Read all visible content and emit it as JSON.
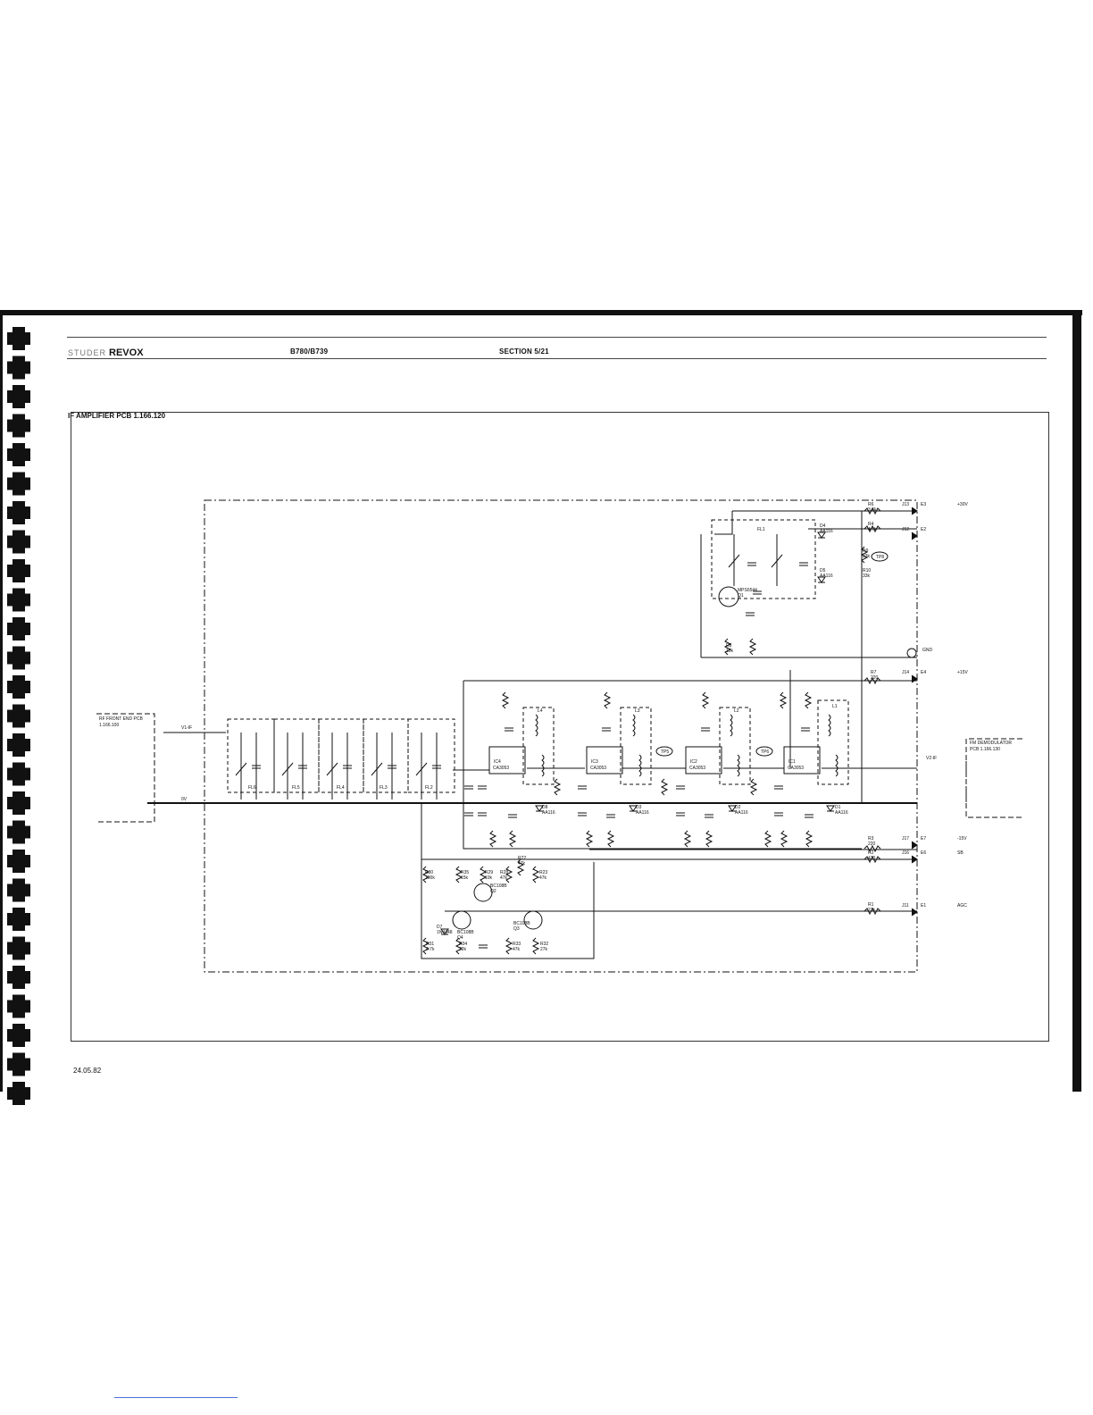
{
  "header": {
    "brand_prefix": "STUDER",
    "brand": "REVOX",
    "model": "B780/B739",
    "section": "SECTION 5/21"
  },
  "title": "IF AMPLIFIER PCB 1.166.120",
  "footer": {
    "date": "24.05.82"
  },
  "schematic": {
    "input_block": {
      "line1": "RF FRONT END PCB",
      "line2": "1.166.100"
    },
    "output_block": {
      "line1": "FM DEMODULATOR",
      "line2": "PCB 1.166.130"
    },
    "filters": [
      "FL6",
      "FL5",
      "FL4",
      "FL3",
      "FL2",
      "FL1"
    ],
    "ics": [
      {
        "ref": "IC4",
        "part": "CA3053"
      },
      {
        "ref": "IC3",
        "part": "CA3053"
      },
      {
        "ref": "IC2",
        "part": "CA3053"
      },
      {
        "ref": "IC1",
        "part": "CA3053"
      }
    ],
    "coils": [
      "L4",
      "L3",
      "L2",
      "L1"
    ],
    "transistors": [
      {
        "ref": "Q1",
        "part": "MPS6544"
      },
      {
        "ref": "Q2",
        "part": "BC108B"
      },
      {
        "ref": "Q3",
        "part": "BC108B"
      },
      {
        "ref": "Q4",
        "part": "BC108B"
      }
    ],
    "diodes": [
      {
        "ref": "D4",
        "part": "AA116"
      },
      {
        "ref": "D5",
        "part": "AA116"
      },
      {
        "ref": "D1",
        "part": "AA116"
      },
      {
        "ref": "D2",
        "part": "AA116"
      },
      {
        "ref": "D3",
        "part": "AA116"
      },
      {
        "ref": "D8",
        "part": "AA116"
      },
      {
        "ref": "D7",
        "part": "1N4448"
      }
    ],
    "resistors": [
      {
        "ref": "R6",
        "val": "3.3k"
      },
      {
        "ref": "R4",
        "val": "4.7k"
      },
      {
        "ref": "R9",
        "val": "33k"
      },
      {
        "ref": "R10",
        "val": "33k"
      },
      {
        "ref": "R7",
        "val": "220"
      },
      {
        "ref": "R3",
        "val": "220"
      },
      {
        "ref": "R2",
        "val": "470"
      },
      {
        "ref": "R1",
        "val": "27k"
      },
      {
        "ref": "R8",
        "val": "10k"
      },
      {
        "ref": "R30",
        "val": "100k"
      },
      {
        "ref": "R35",
        "val": "15k"
      },
      {
        "ref": "R29",
        "val": "10k"
      },
      {
        "ref": "R28",
        "val": "47k"
      },
      {
        "ref": "R22",
        "val": "47k"
      },
      {
        "ref": "R23",
        "val": "47k"
      },
      {
        "ref": "R31",
        "val": "4.7k"
      },
      {
        "ref": "R34",
        "val": "22k"
      },
      {
        "ref": "R33",
        "val": "47k"
      },
      {
        "ref": "R32",
        "val": "27k"
      }
    ],
    "connectors": {
      "top_right": [
        {
          "pin": "J13",
          "pad": "E3",
          "sig": "+30V"
        },
        {
          "pin": "J12",
          "pad": "E2",
          "sig": ""
        },
        {
          "pin": "J14",
          "pad": "E4",
          "sig": "+15V"
        },
        {
          "pin": "J17",
          "pad": "E7",
          "sig": "-15V"
        },
        {
          "pin": "J16",
          "pad": "E6",
          "sig": "SB"
        },
        {
          "pin": "J11",
          "pad": "E1",
          "sig": "AGC"
        }
      ],
      "gnd": "GND",
      "tp": [
        "TP5",
        "TP6",
        "TP8"
      ],
      "if_in": "V1-IF",
      "if_out": "V2-IF",
      "zero_v": "0V"
    }
  }
}
